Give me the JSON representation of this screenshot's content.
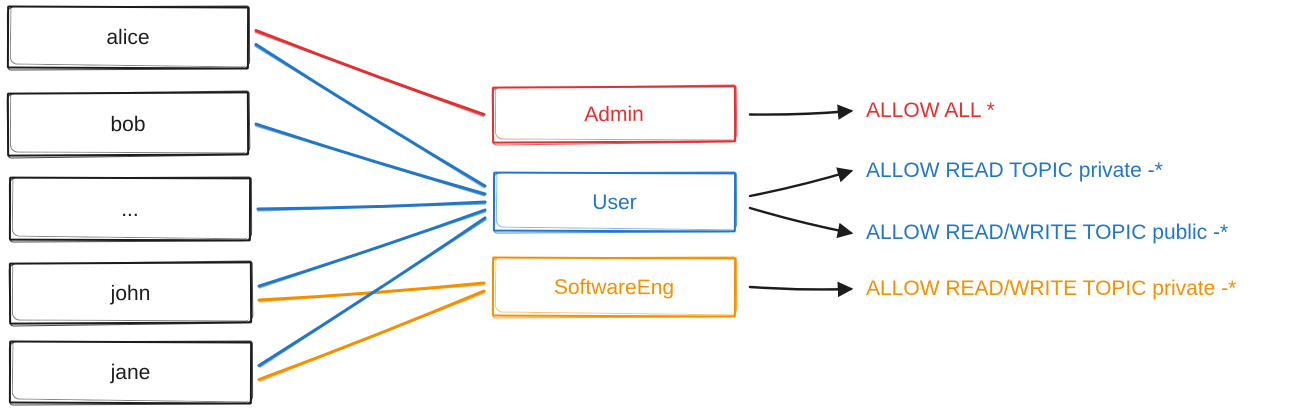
{
  "colors": {
    "ink": "#1c1c1c",
    "arrow": "#1c1c1c",
    "background": "#ffffff"
  },
  "users": [
    {
      "id": "alice",
      "label": "alice"
    },
    {
      "id": "bob",
      "label": "bob"
    },
    {
      "id": "dots",
      "label": "..."
    },
    {
      "id": "john",
      "label": "john"
    },
    {
      "id": "jane",
      "label": "jane"
    }
  ],
  "roles": [
    {
      "id": "admin",
      "label": "Admin",
      "color": "#e23131"
    },
    {
      "id": "user",
      "label": "User",
      "color": "#2277c8"
    },
    {
      "id": "softwareeng",
      "label": "SoftwareEng",
      "color": "#f39000"
    }
  ],
  "permissions": [
    {
      "id": "perm-all",
      "label": "ALLOW ALL *",
      "color": "#e23131"
    },
    {
      "id": "perm-read-priv",
      "label": "ALLOW READ TOPIC private -*",
      "color": "#2277c8"
    },
    {
      "id": "perm-rw-public",
      "label": "ALLOW READ/WRITE TOPIC public -*",
      "color": "#2277c8"
    },
    {
      "id": "perm-rw-private",
      "label": "ALLOW READ/WRITE TOPIC private -*",
      "color": "#f39000"
    }
  ],
  "memberships": [
    {
      "from": "alice",
      "to": "admin"
    },
    {
      "from": "alice",
      "to": "user"
    },
    {
      "from": "bob",
      "to": "user"
    },
    {
      "from": "dots",
      "to": "user"
    },
    {
      "from": "john",
      "to": "user"
    },
    {
      "from": "john",
      "to": "softwareeng"
    },
    {
      "from": "jane",
      "to": "user"
    },
    {
      "from": "jane",
      "to": "softwareeng"
    }
  ],
  "grants": [
    {
      "from": "admin",
      "to": "perm-all"
    },
    {
      "from": "user",
      "to": "perm-read-priv"
    },
    {
      "from": "user",
      "to": "perm-rw-public"
    },
    {
      "from": "softwareeng",
      "to": "perm-rw-private"
    }
  ]
}
